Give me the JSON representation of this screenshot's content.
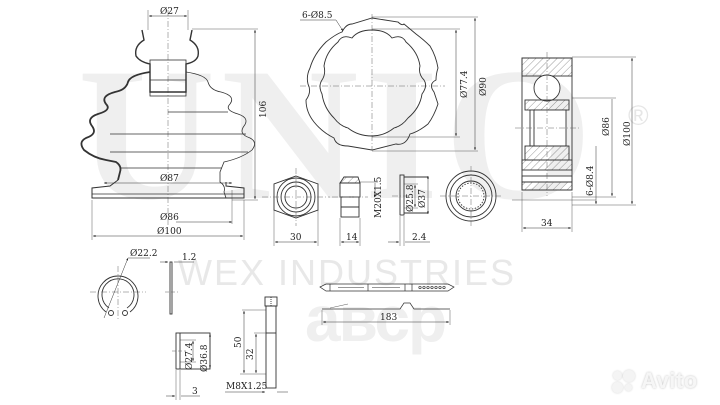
{
  "watermark": {
    "brand": "UNIO",
    "registered": "®",
    "company": "WEX INDUSTRIES",
    "overlay": "авср"
  },
  "marketplace_logo": {
    "text": "Avito"
  },
  "drawings": {
    "boot": {
      "top_diameter": "Ø27",
      "height": "106",
      "mid_diameter": "Ø87",
      "inner_bottom_diameter": "Ø86",
      "outer_bottom_diameter": "Ø100"
    },
    "clamp_ring": {
      "spec": "6-Ø8.5",
      "inner_diameter": "Ø77.4",
      "outer_diameter": "Ø90"
    },
    "cv_joint": {
      "inner_diameter": "Ø86",
      "outer_diameter": "Ø100",
      "bolt_holes": "6-Ø8.4",
      "width": "34"
    },
    "nut_front": {
      "width": "30"
    },
    "nut_side": {
      "thread": "M20X1.5",
      "height": "14"
    },
    "washer_side": {
      "inner_diameter": "Ø25.8",
      "outer_diameter": "Ø37",
      "thickness": "2.4"
    },
    "circlip": {
      "diameter": "Ø22.2",
      "thickness": "1.2"
    },
    "spacer": {
      "inner_diameter": "Ø27.4",
      "outer_diameter": "Ø36.8",
      "thickness": "3"
    },
    "bolt": {
      "length": "50",
      "thread_length": "32",
      "thread": "M8X1.25"
    },
    "cable_tie": {
      "length": "183"
    }
  }
}
